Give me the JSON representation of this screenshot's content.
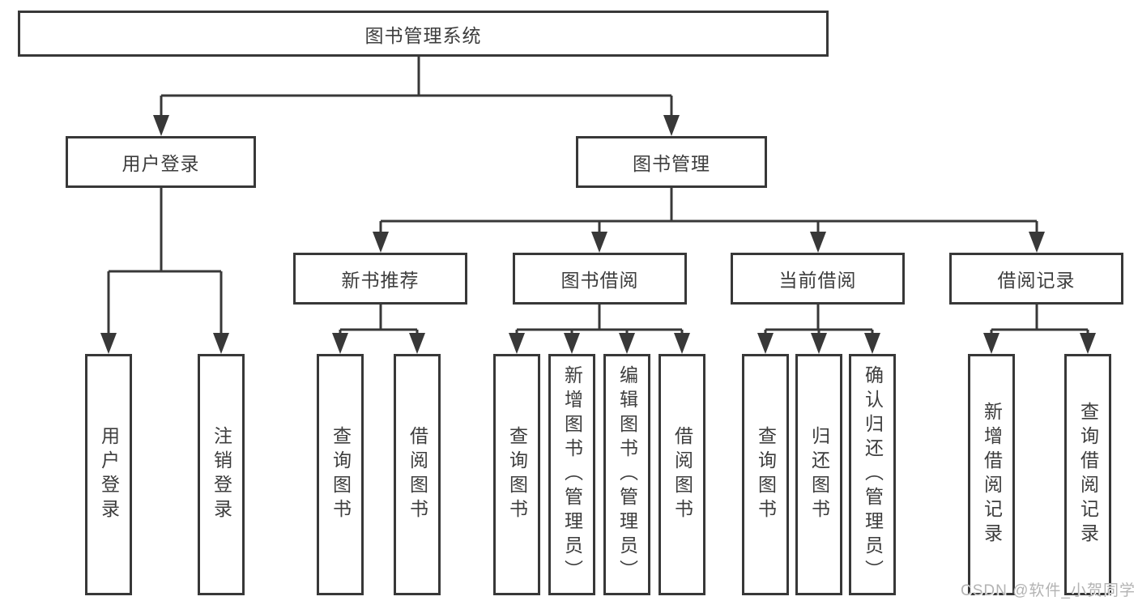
{
  "diagram": {
    "type": "tree",
    "root": {
      "label": "图书管理系统",
      "children": [
        {
          "label": "用户登录",
          "children": [
            {
              "label": "用户登录"
            },
            {
              "label": "注销登录"
            }
          ]
        },
        {
          "label": "图书管理",
          "children": [
            {
              "label": "新书推荐",
              "children": [
                {
                  "label": "查询图书"
                },
                {
                  "label": "借阅图书"
                }
              ]
            },
            {
              "label": "图书借阅",
              "children": [
                {
                  "label": "查询图书"
                },
                {
                  "label": "新增图书（管理员）"
                },
                {
                  "label": "编辑图书（管理员）"
                },
                {
                  "label": "借阅图书"
                }
              ]
            },
            {
              "label": "当前借阅",
              "children": [
                {
                  "label": "查询图书"
                },
                {
                  "label": "归还图书"
                },
                {
                  "label": "确认归还（管理员）"
                }
              ]
            },
            {
              "label": "借阅记录",
              "children": [
                {
                  "label": "新增借阅记录"
                },
                {
                  "label": "查询借阅记录"
                }
              ]
            }
          ]
        }
      ]
    },
    "colors": {
      "line": "#383838",
      "text": "#3d3d3d",
      "box_background": "#ffffff",
      "watermark": "#b3b3b3"
    }
  },
  "watermark": {
    "text": "CSDN @软件_小贺同学"
  }
}
